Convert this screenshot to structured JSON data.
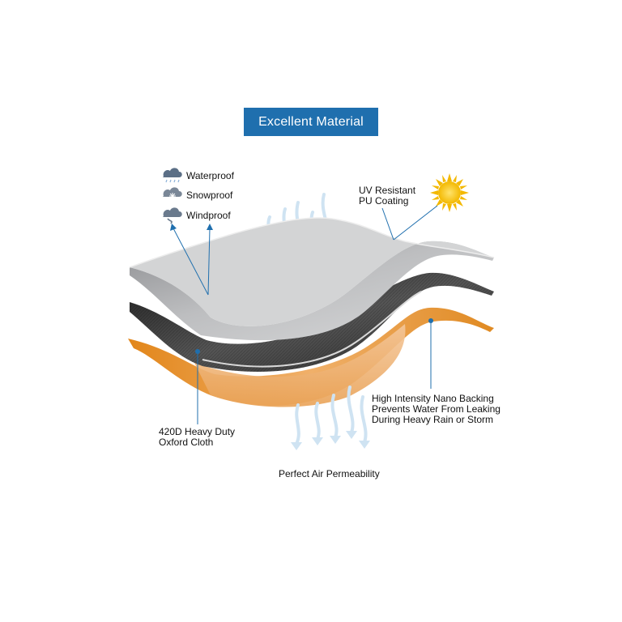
{
  "header": {
    "title": "Excellent Material"
  },
  "legend": [
    {
      "label": "Waterproof",
      "icon": "rain-cloud-icon"
    },
    {
      "label": "Snowproof",
      "icon": "snow-cloud-icon"
    },
    {
      "label": "Windproof",
      "icon": "wind-cloud-icon"
    }
  ],
  "callouts": {
    "uv": [
      "UV Resistant",
      "PU Coating"
    ],
    "oxford": [
      "420D Heavy Duty",
      "Oxford Cloth"
    ],
    "nano": [
      "High Intensity Nano Backing",
      "Prevents Water From Leaking",
      "During Heavy Rain or Storm"
    ],
    "air": "Perfect Air Permeability"
  },
  "colors": {
    "banner": "#1f6fae",
    "leader_line": "#1f6fae",
    "top_layer": "#b5b6b8",
    "middle_layer": "#3a3a3a",
    "bottom_layer": "#e8962b",
    "sun": "#f5c40f",
    "airflow": "#cfe3f2"
  }
}
